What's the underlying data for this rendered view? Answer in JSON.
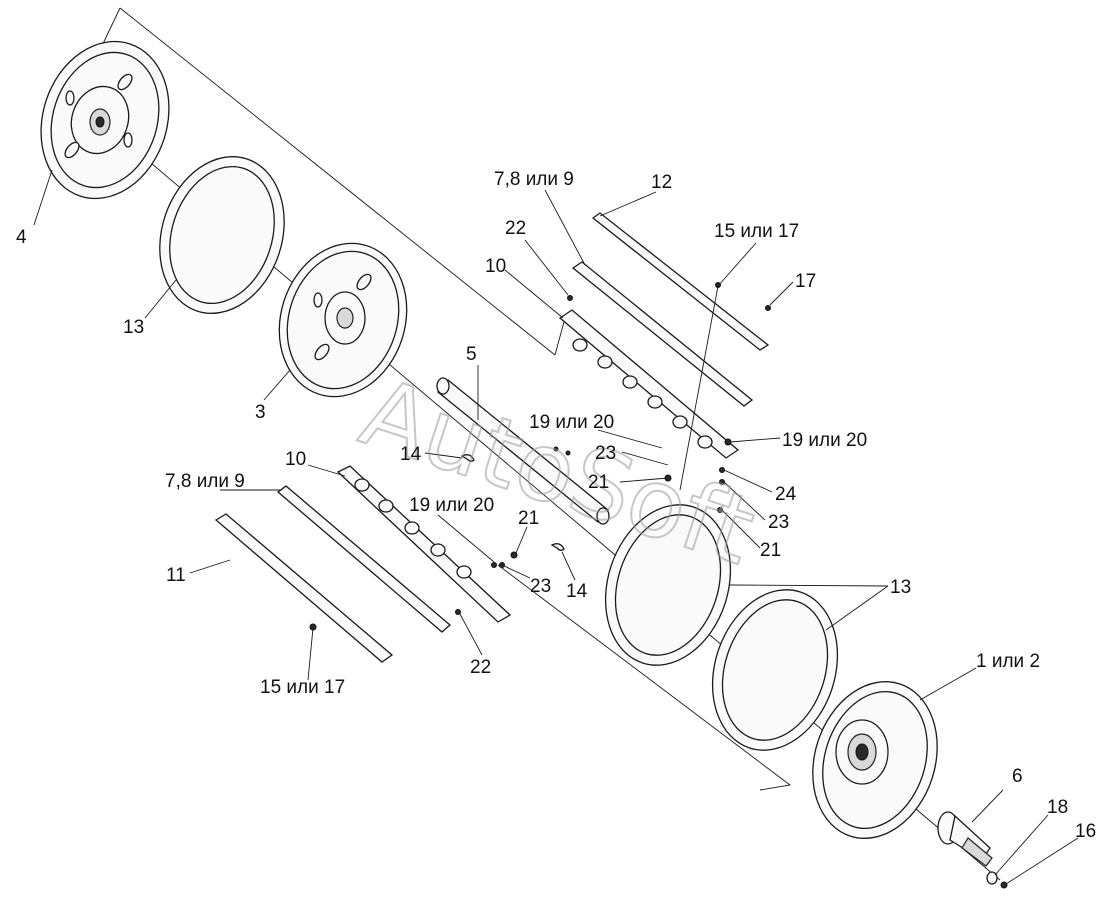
{
  "watermark": "AutoSoft",
  "callouts": [
    {
      "id": "lbl-4",
      "text": "4"
    },
    {
      "id": "lbl-13-top",
      "text": "13"
    },
    {
      "id": "lbl-3",
      "text": "3"
    },
    {
      "id": "lbl-7-8-9-top",
      "text": "7,8 или 9"
    },
    {
      "id": "lbl-12",
      "text": "12"
    },
    {
      "id": "lbl-22-top",
      "text": "22"
    },
    {
      "id": "lbl-10-top",
      "text": "10"
    },
    {
      "id": "lbl-15-17-top",
      "text": "15 или 17"
    },
    {
      "id": "lbl-17",
      "text": "17"
    },
    {
      "id": "lbl-5",
      "text": "5"
    },
    {
      "id": "lbl-19-20-top",
      "text": "19 или 20"
    },
    {
      "id": "lbl-14-left",
      "text": "14"
    },
    {
      "id": "lbl-23-top",
      "text": "23"
    },
    {
      "id": "lbl-21-top",
      "text": "21"
    },
    {
      "id": "lbl-19-20-right",
      "text": "19 или 20"
    },
    {
      "id": "lbl-24",
      "text": "24"
    },
    {
      "id": "lbl-23-right",
      "text": "23"
    },
    {
      "id": "lbl-21-right",
      "text": "21"
    },
    {
      "id": "lbl-10-bottom",
      "text": "10"
    },
    {
      "id": "lbl-7-8-9-bottom",
      "text": "7,8 или 9"
    },
    {
      "id": "lbl-19-20-bottom",
      "text": "19 или 20"
    },
    {
      "id": "lbl-21-bottom",
      "text": "21"
    },
    {
      "id": "lbl-23-bottom",
      "text": "23"
    },
    {
      "id": "lbl-14-right",
      "text": "14"
    },
    {
      "id": "lbl-11",
      "text": "11"
    },
    {
      "id": "lbl-13-bottom",
      "text": "13"
    },
    {
      "id": "lbl-22-bottom",
      "text": "22"
    },
    {
      "id": "lbl-15-17-bottom",
      "text": "15 или 17"
    },
    {
      "id": "lbl-1-2",
      "text": "1 или 2"
    },
    {
      "id": "lbl-6",
      "text": "6"
    },
    {
      "id": "lbl-18",
      "text": "18"
    },
    {
      "id": "lbl-16",
      "text": "16"
    }
  ]
}
